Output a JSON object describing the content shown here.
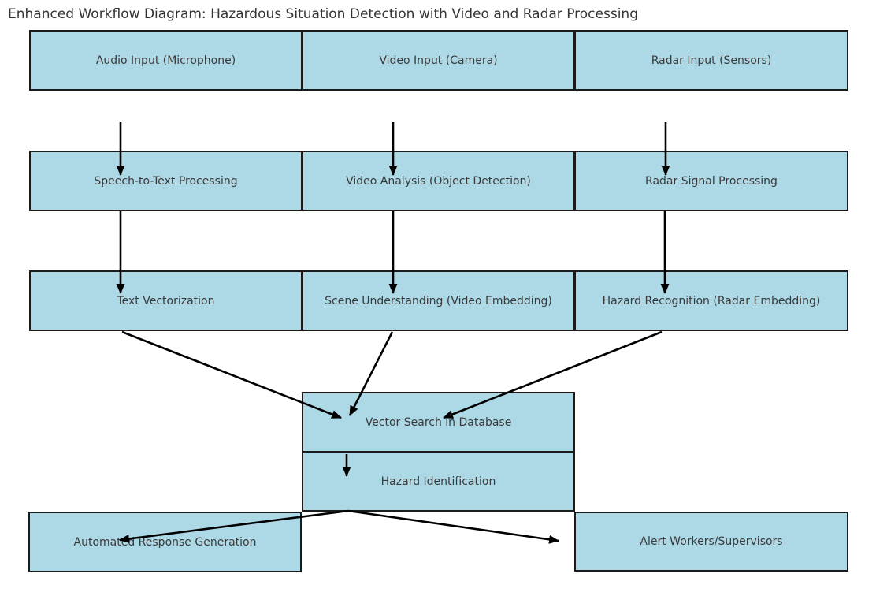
{
  "title": "Enhanced Workflow Diagram: Hazardous Situation Detection with Video and Radar Processing",
  "colors": {
    "box_fill": "#ADD8E6",
    "box_border": "#1a1a1a",
    "arrow": "#000000",
    "text": "#3a3a3a",
    "background": "#ffffff"
  },
  "nodes": [
    {
      "id": "audio-input",
      "label": "Audio Input (Microphone)"
    },
    {
      "id": "video-input",
      "label": "Video Input (Camera)"
    },
    {
      "id": "radar-input",
      "label": "Radar Input (Sensors)"
    },
    {
      "id": "speech-to-text",
      "label": "Speech-to-Text Processing"
    },
    {
      "id": "video-analysis",
      "label": "Video Analysis (Object Detection)"
    },
    {
      "id": "radar-signal-processing",
      "label": "Radar Signal Processing"
    },
    {
      "id": "text-vectorization",
      "label": "Text Vectorization"
    },
    {
      "id": "scene-understanding",
      "label": "Scene Understanding (Video Embedding)"
    },
    {
      "id": "hazard-recognition",
      "label": "Hazard Recognition (Radar Embedding)"
    },
    {
      "id": "vector-search",
      "label": "Vector Search in Database"
    },
    {
      "id": "hazard-identification",
      "label": "Hazard Identification"
    },
    {
      "id": "automated-response",
      "label": "Automated Response Generation"
    },
    {
      "id": "alert-workers",
      "label": "Alert Workers/Supervisors"
    }
  ],
  "edges": [
    {
      "from": "audio-input",
      "to": "speech-to-text"
    },
    {
      "from": "video-input",
      "to": "video-analysis"
    },
    {
      "from": "radar-input",
      "to": "radar-signal-processing"
    },
    {
      "from": "speech-to-text",
      "to": "text-vectorization"
    },
    {
      "from": "video-analysis",
      "to": "scene-understanding"
    },
    {
      "from": "radar-signal-processing",
      "to": "hazard-recognition"
    },
    {
      "from": "text-vectorization",
      "to": "vector-search"
    },
    {
      "from": "scene-understanding",
      "to": "vector-search"
    },
    {
      "from": "hazard-recognition",
      "to": "vector-search"
    },
    {
      "from": "vector-search",
      "to": "hazard-identification"
    },
    {
      "from": "hazard-identification",
      "to": "automated-response"
    },
    {
      "from": "hazard-identification",
      "to": "alert-workers"
    }
  ]
}
